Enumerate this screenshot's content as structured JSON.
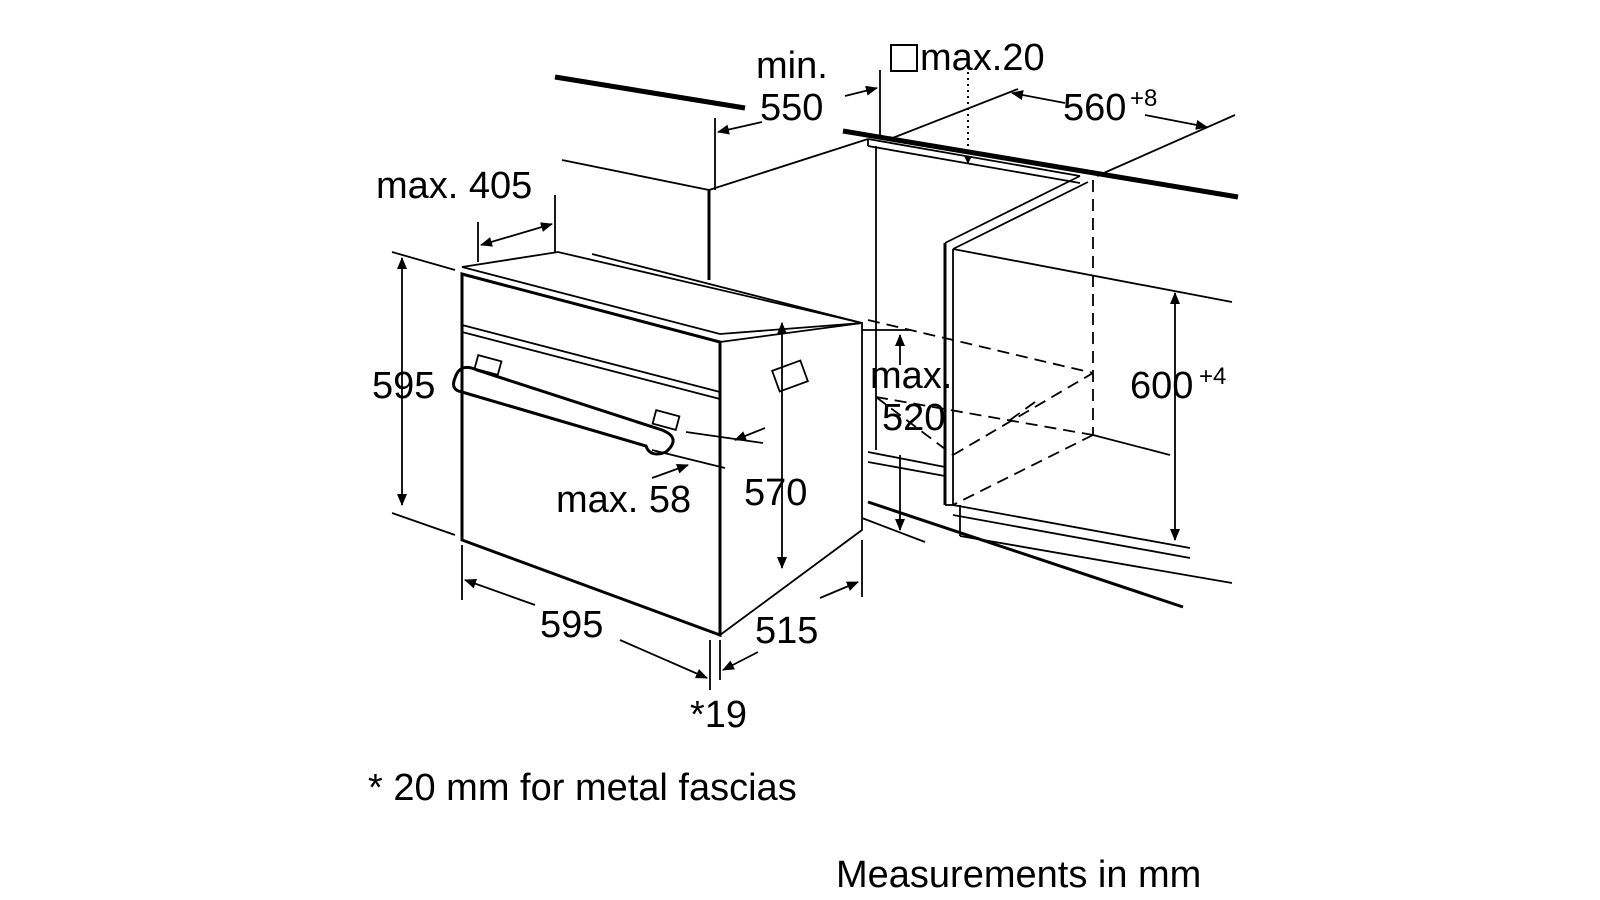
{
  "dimensions": {
    "min_550_a": "min.",
    "min_550_b": "550",
    "max_20": "max.20",
    "d560": "560",
    "d560_tol": "+8",
    "max_405": "max. 405",
    "h595": "595",
    "max_520_a": "max.",
    "max_520_b": "520",
    "d600": "600",
    "d600_tol": "+4",
    "max_58": "max. 58",
    "d570": "570",
    "w595": "595",
    "d515": "515",
    "star19": "*19"
  },
  "notes": {
    "fascia": "* 20 mm for metal fascias",
    "units": "Measurements in mm"
  }
}
